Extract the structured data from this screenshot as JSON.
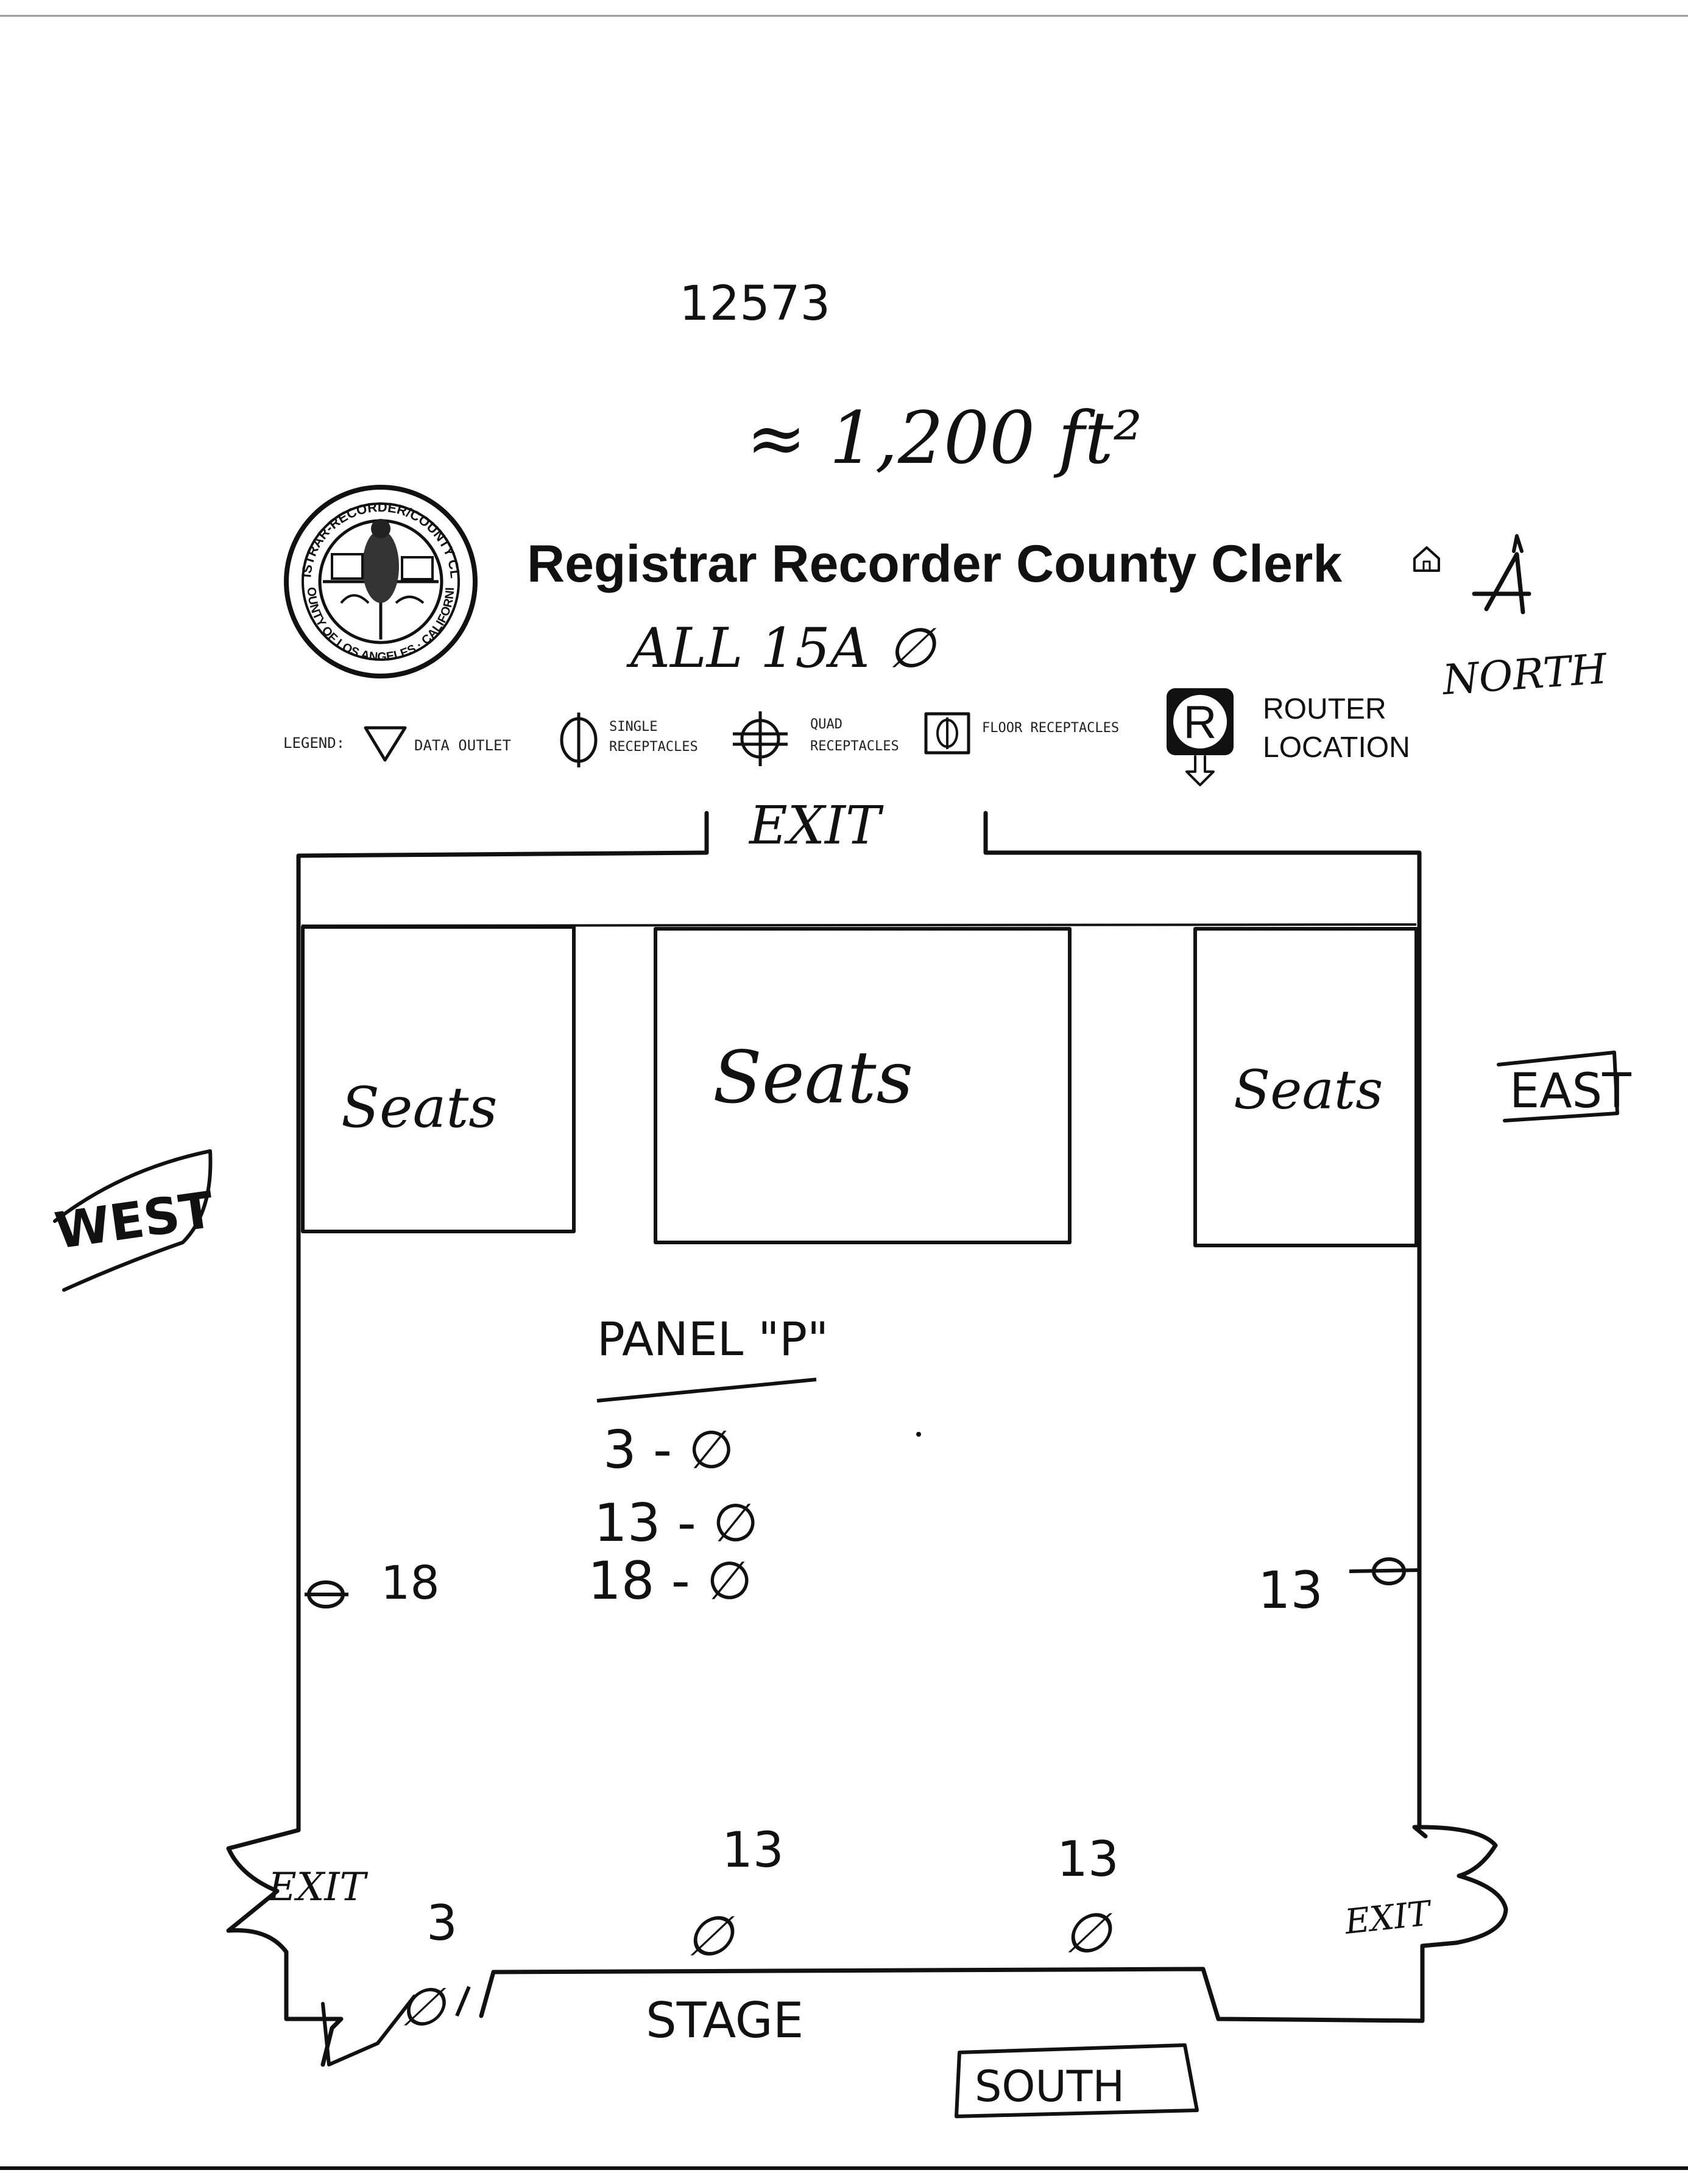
{
  "header": {
    "file_number": "12573",
    "area_note": "≈ 1,200 ft²",
    "title": "Registrar Recorder County Clerk",
    "circuit_note": "ALL 15A ∅",
    "north_label": "NORTH"
  },
  "seal": {
    "ring_top_text": "REGISTRAR-RECORDER/COUNTY CLERK",
    "ring_bottom_text": "COUNTY OF LOS ANGELES · CALIFORNIA"
  },
  "legend": {
    "prefix": "LEGEND:",
    "items": [
      {
        "icon": "data-outlet-triangle-icon",
        "label": "DATA OUTLET"
      },
      {
        "icon": "single-receptacle-icon",
        "label_line1": "SINGLE",
        "label_line2": "RECEPTACLES"
      },
      {
        "icon": "quad-receptacle-icon",
        "label_line1": "QUAD",
        "label_line2": "RECEPTACLES"
      },
      {
        "icon": "floor-receptacle-icon",
        "label": "FLOOR RECEPTACLES"
      },
      {
        "icon": "router-r-icon",
        "label_line1": "ROUTER",
        "label_line2": "LOCATION",
        "symbol": "R"
      }
    ]
  },
  "floorplan": {
    "exit_top": "EXIT",
    "exit_left": "EXIT",
    "exit_right": "EXIT",
    "seats_left": "Seats",
    "seats_center": "Seats",
    "seats_right": "Seats",
    "panel_title": "PANEL \"P\"",
    "panel_rows": [
      "3 - ∅",
      "13 - ∅",
      "18 - ∅"
    ],
    "outlet_west": "18",
    "outlet_east": "13",
    "outlet_south_1": "3",
    "outlet_south_2": "13",
    "outlet_south_3": "13",
    "stage": "STAGE",
    "phi_symbol": "∅"
  },
  "compass": {
    "west": "WEST",
    "east": "EAST",
    "south": "SOUTH"
  }
}
